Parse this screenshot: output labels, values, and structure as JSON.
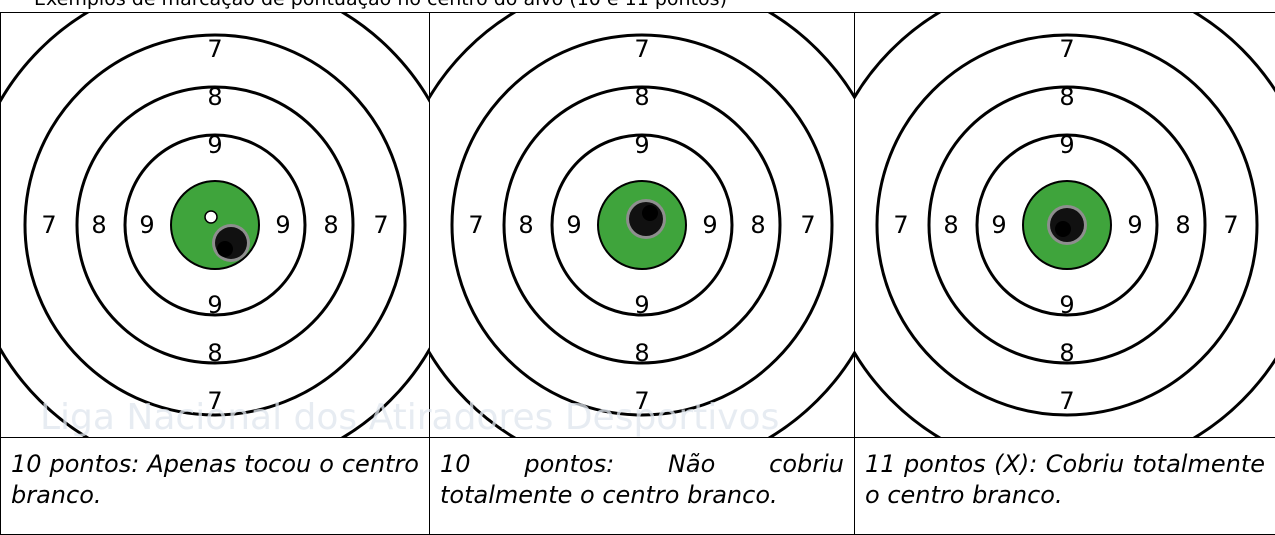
{
  "header": {
    "text": "Exemplos de marcação de pontuação no centro do alvo (10 e 11 pontos)"
  },
  "watermark": {
    "text": "Liga Nacional dos Atiradores Desportivos"
  },
  "targets": [
    {
      "caption": "10 pontos: Apenas tocou o centro branco.",
      "shot_outcome": "touched white center"
    },
    {
      "caption": "10 pontos: Não cobriu totalmente o centro branco.",
      "shot_outcome": "partially covered white center"
    },
    {
      "caption": "11 pontos (X): Cobriu totalmente o centro branco.",
      "shot_outcome": "fully covered white center"
    }
  ],
  "ring_labels": {
    "outer": "7",
    "middle": "8",
    "inner": "9"
  },
  "colors": {
    "center_green": "#3fa43c",
    "ring_stroke": "#000000",
    "bullet_hole": "#111111"
  }
}
